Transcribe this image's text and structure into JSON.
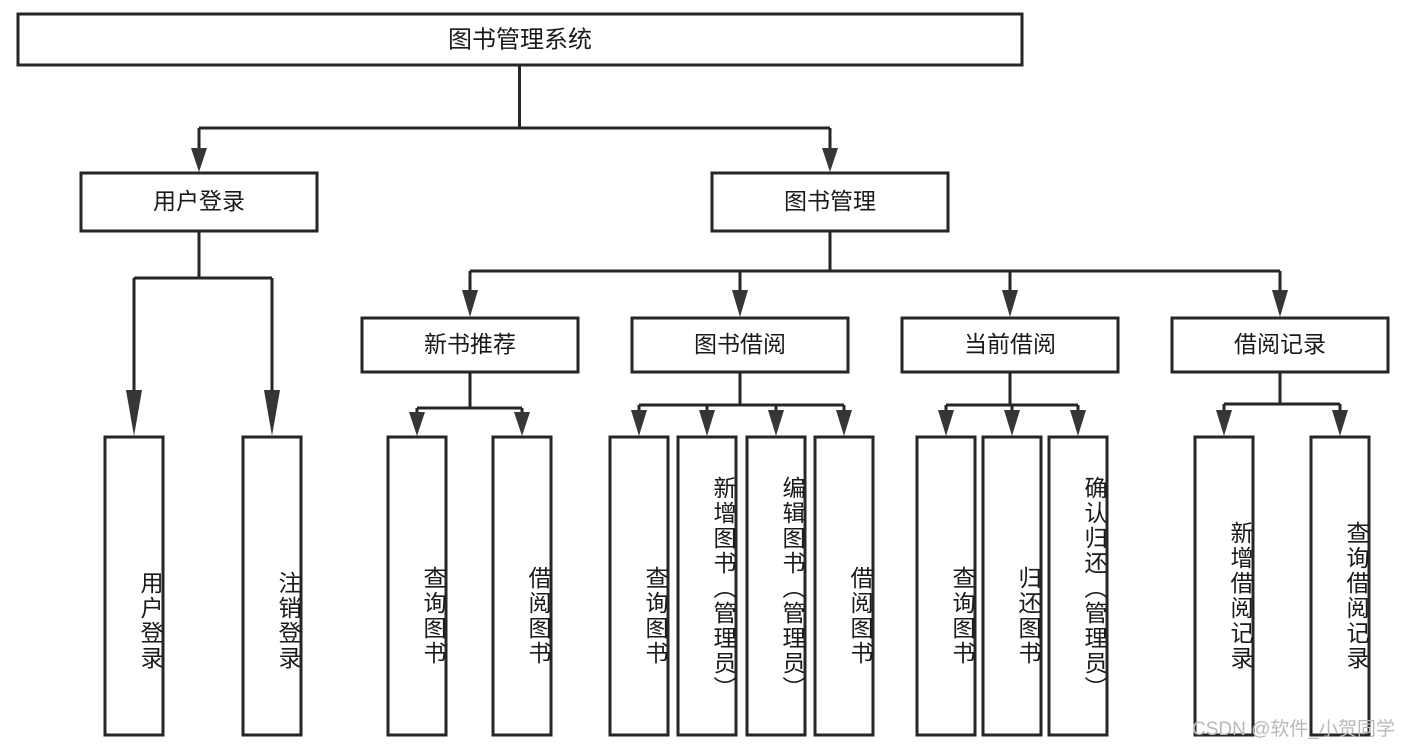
{
  "diagram": {
    "type": "tree",
    "title": "图书管理系统",
    "orientation": "top-down",
    "watermark": "CSDN @软件_小贺同学",
    "colors": {
      "box_fill": "#ffffff",
      "box_stroke": "#262626",
      "connector": "#262626",
      "arrow": "#363636",
      "text": "#1a1a1a",
      "watermark": "#b9b9b9"
    },
    "levels": {
      "root": "图书管理系统",
      "level2": [
        "用户登录",
        "图书管理"
      ],
      "level3": [
        "新书推荐",
        "图书借阅",
        "当前借阅",
        "借阅记录"
      ]
    },
    "nodes": {
      "root": {
        "label": "图书管理系统",
        "level": 1
      },
      "n_user_login": {
        "label": "用户登录",
        "level": 2
      },
      "n_book_mgmt": {
        "label": "图书管理",
        "level": 2
      },
      "n_new_rec": {
        "label": "新书推荐",
        "level": 3
      },
      "n_borrow": {
        "label": "图书借阅",
        "level": 3
      },
      "n_current": {
        "label": "当前借阅",
        "level": 3
      },
      "n_record": {
        "label": "借阅记录",
        "level": 3
      },
      "l_user_login": {
        "label": "用户登录",
        "level": 4
      },
      "l_logout": {
        "label": "注销登录",
        "level": 4
      },
      "l_query_book_1": {
        "label": "查询图书",
        "level": 4
      },
      "l_borrow_book_1": {
        "label": "借阅图书",
        "level": 4
      },
      "l_query_book_2": {
        "label": "查询图书",
        "level": 4
      },
      "l_add_book": {
        "label": "新增图书（管理员）",
        "level": 4
      },
      "l_edit_book": {
        "label": "编辑图书（管理员）",
        "level": 4
      },
      "l_borrow_book_2": {
        "label": "借阅图书",
        "level": 4
      },
      "l_query_book_3": {
        "label": "查询图书",
        "level": 4
      },
      "l_return_book": {
        "label": "归还图书",
        "level": 4
      },
      "l_confirm_return": {
        "label": "确认归还（管理员）",
        "level": 4
      },
      "l_add_record": {
        "label": "新增借阅记录",
        "level": 4
      },
      "l_query_record": {
        "label": "查询借阅记录",
        "level": 4
      }
    },
    "edges": [
      {
        "from": "root",
        "to": "n_user_login"
      },
      {
        "from": "root",
        "to": "n_book_mgmt"
      },
      {
        "from": "n_user_login",
        "to": "l_user_login"
      },
      {
        "from": "n_user_login",
        "to": "l_logout"
      },
      {
        "from": "n_book_mgmt",
        "to": "n_new_rec"
      },
      {
        "from": "n_book_mgmt",
        "to": "n_borrow"
      },
      {
        "from": "n_book_mgmt",
        "to": "n_current"
      },
      {
        "from": "n_book_mgmt",
        "to": "n_record"
      },
      {
        "from": "n_new_rec",
        "to": "l_query_book_1"
      },
      {
        "from": "n_new_rec",
        "to": "l_borrow_book_1"
      },
      {
        "from": "n_borrow",
        "to": "l_query_book_2"
      },
      {
        "from": "n_borrow",
        "to": "l_add_book"
      },
      {
        "from": "n_borrow",
        "to": "l_edit_book"
      },
      {
        "from": "n_borrow",
        "to": "l_borrow_book_2"
      },
      {
        "from": "n_current",
        "to": "l_query_book_3"
      },
      {
        "from": "n_current",
        "to": "l_return_book"
      },
      {
        "from": "n_current",
        "to": "l_confirm_return"
      },
      {
        "from": "n_record",
        "to": "l_add_record"
      },
      {
        "from": "n_record",
        "to": "l_query_record"
      }
    ]
  }
}
